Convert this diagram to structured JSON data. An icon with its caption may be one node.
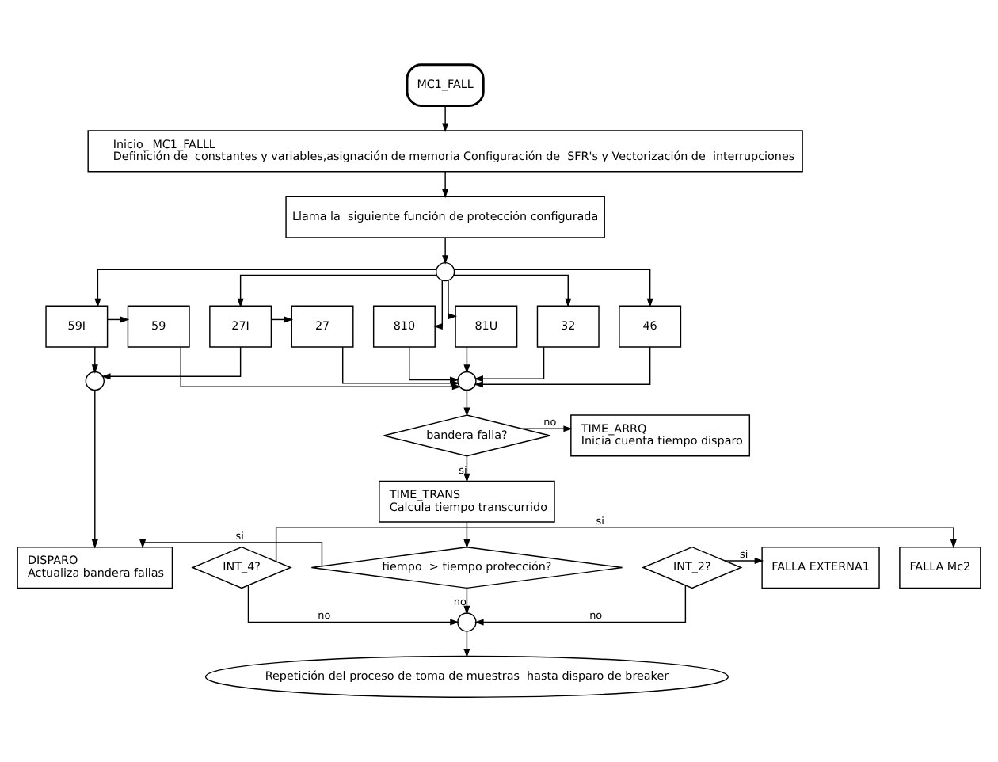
{
  "diagram": {
    "nodes": [
      {
        "text": [
          "MC1_FALL"
        ]
      },
      {
        "text": [
          "Inicio_ MC1_FALLL",
          "Definición de  constantes y variables,asignación de memoria Configuración de  SFR's y Vectorización de  interrupciones"
        ]
      },
      {
        "text": [
          "Llama la  siguiente función de protección configurada"
        ]
      },
      {
        "text": [],
        "shape": "circle"
      },
      {
        "text": [
          "59I"
        ]
      },
      {
        "text": [
          "59"
        ]
      },
      {
        "text": [
          "27I"
        ]
      },
      {
        "text": [
          "27"
        ]
      },
      {
        "text": [
          "810"
        ]
      },
      {
        "text": [
          "81U"
        ]
      },
      {
        "text": [
          "32"
        ]
      },
      {
        "text": [
          "46"
        ]
      },
      {
        "text": [],
        "shape": "circle"
      },
      {
        "text": [
          "bandera falla?"
        ]
      },
      {
        "text": [
          "TIME_ARRQ",
          "Inicia cuenta tiempo disparo"
        ]
      },
      {
        "text": [
          "TIME_TRANS",
          "Calcula tiempo transcurrido"
        ]
      },
      {
        "text": [],
        "shape": "circle"
      },
      {
        "text": [
          "DISPARO",
          "Actualiza bandera fallas"
        ]
      },
      {
        "text": [
          "tiempo  > tiempo protección?"
        ]
      },
      {
        "text": [
          "INT_2?"
        ]
      },
      {
        "text": [
          "FALLA EXTERNA1"
        ]
      },
      {
        "text": [
          "INT_4?"
        ]
      },
      {
        "text": [
          "FALLA Mc2"
        ]
      },
      {
        "text": [],
        "shape": "circle"
      },
      {
        "text": [
          "Repetición del proceso de toma de muestras  hasta disparo de breaker"
        ]
      }
    ],
    "edges": [
      {
        "from": 0,
        "to": 1,
        "arrow": "to"
      },
      {
        "from": 1,
        "to": 2,
        "arrow": "to"
      },
      {
        "from": 2,
        "to": 3,
        "arrow": "to"
      },
      {
        "from": 3,
        "to": 4,
        "arrow": "to"
      },
      {
        "from": 3,
        "to": 6,
        "arrow": "to"
      },
      {
        "from": 3,
        "to": 8,
        "arrow": "to"
      },
      {
        "from": 3,
        "to": 9,
        "arrow": "to"
      },
      {
        "from": 3,
        "to": 10,
        "arrow": "to"
      },
      {
        "from": 3,
        "to": 11,
        "arrow": "to"
      },
      {
        "from": 4,
        "to": 5,
        "arrow": "to"
      },
      {
        "from": 6,
        "to": 7,
        "arrow": "to"
      },
      {
        "from": 4,
        "to": 16,
        "arrow": "to"
      },
      {
        "from": 6,
        "to": 16,
        "arrow": "to"
      },
      {
        "from": 5,
        "to": 12,
        "arrow": "to"
      },
      {
        "from": 7,
        "to": 12,
        "arrow": "to"
      },
      {
        "from": 8,
        "to": 12,
        "arrow": "to"
      },
      {
        "from": 9,
        "to": 12,
        "arrow": "to"
      },
      {
        "from": 10,
        "to": 12,
        "arrow": "to"
      },
      {
        "from": 11,
        "to": 12,
        "arrow": "to"
      },
      {
        "from": 12,
        "to": 13,
        "arrow": "to"
      },
      {
        "from": 13,
        "to": 14,
        "arrow": "to",
        "label": "no"
      },
      {
        "from": 13,
        "to": 15,
        "arrow": "to",
        "label": "si"
      },
      {
        "from": 15,
        "to": 18,
        "arrow": "to"
      },
      {
        "from": 16,
        "to": 17,
        "arrow": "to"
      },
      {
        "from": 18,
        "to": 17,
        "arrow": "to",
        "label": "si"
      },
      {
        "from": 18,
        "to": 23,
        "arrow": "to",
        "label": "no"
      },
      {
        "from": 19,
        "to": 20,
        "arrow": "to",
        "label": "si"
      },
      {
        "from": 19,
        "to": 23,
        "arrow": "to",
        "label": "no"
      },
      {
        "from": 21,
        "to": 22,
        "arrow": "to",
        "label": "si"
      },
      {
        "from": 21,
        "to": 23,
        "arrow": "to",
        "label": "no"
      },
      {
        "from": 23,
        "to": 24,
        "arrow": "to"
      }
    ]
  }
}
